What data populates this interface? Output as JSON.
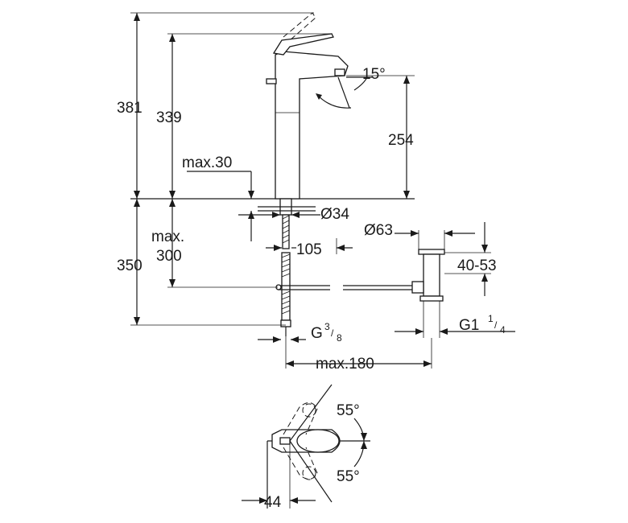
{
  "dimensions": {
    "total_height": "381",
    "spout_height": "339",
    "spout_reach": "254",
    "swivel_angle": "15°",
    "max_deck_thickness": "max.30",
    "hole_diameter": "Ø34",
    "spout_projection": "105",
    "waste_diameter": "Ø63",
    "waste_range": "40-53",
    "hose_length": "350",
    "max_label": "max.",
    "max_pipe_length": "300",
    "inlet_thread_base": "G",
    "inlet_thread_fraction_num": "3",
    "inlet_thread_fraction_den": "8",
    "waste_thread_base": "G1",
    "waste_thread_fraction_num": "1",
    "waste_thread_fraction_den": "4",
    "max_waste_offset": "max.180",
    "lever_angle_top": "55°",
    "lever_angle_bottom": "55°",
    "lever_offset": "44"
  }
}
